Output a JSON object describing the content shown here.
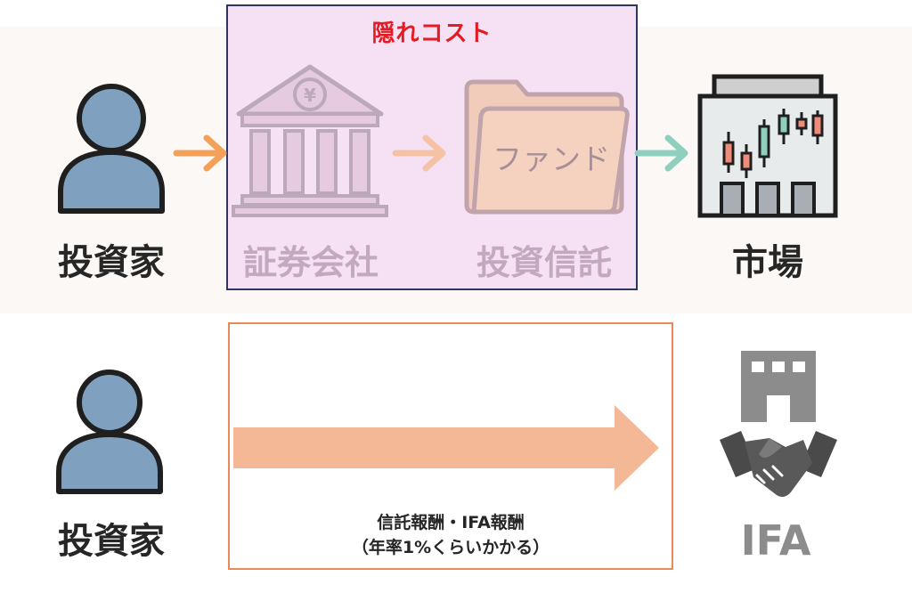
{
  "hidden_cost_title": "隠れコスト",
  "top_row": {
    "investor_label": "投資家",
    "broker_label": "証券会社",
    "trust_label": "投資信託",
    "market_label": "市場",
    "yen_symbol": "¥",
    "fund_folder_text": "ファンド"
  },
  "bottom_row": {
    "investor_label": "投資家",
    "ifa_label": "IFA",
    "fee_line1": "信託報酬・IFA報酬",
    "fee_line2": "（年率1%くらいかかる）"
  },
  "colors": {
    "hidden_cost_bg": "#f5e1f3",
    "hidden_cost_border": "#2e3561",
    "hidden_cost_title": "#e41b23",
    "person_fill": "#7fa1bf",
    "arrow_orange": "#f4a059",
    "arrow_peach": "#f6c2a6",
    "arrow_teal": "#8ecfbe",
    "big_arrow": "#f5b896",
    "fee_box_border": "#ec8a57",
    "ifa_gray": "#8c8c8c"
  },
  "icons": [
    "person-icon",
    "bank-icon",
    "folder-icon",
    "market-building-icon",
    "ifa-building-icon",
    "handshake-icon"
  ]
}
